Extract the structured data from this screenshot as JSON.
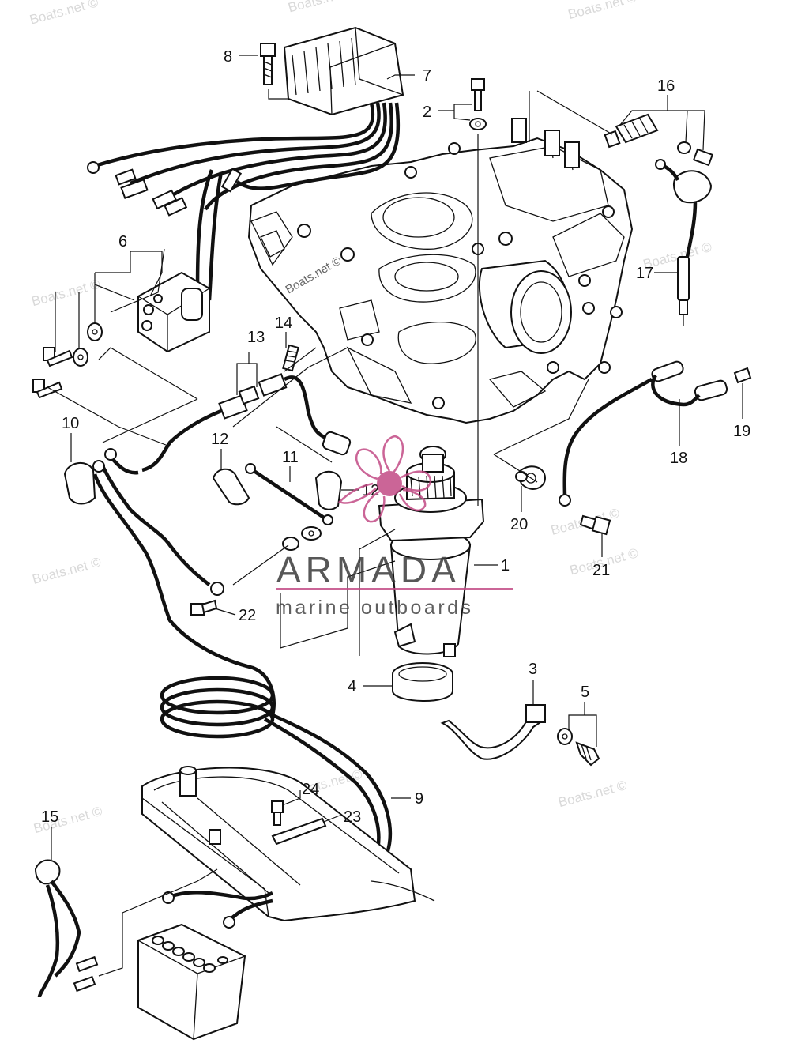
{
  "watermark": {
    "text": "Boats.net ©",
    "inline_text": "Boats.net ©"
  },
  "brand": {
    "name": "ARMADA",
    "tagline": "marine outboards",
    "accent": "#c24b85"
  },
  "callouts": {
    "c1": "1",
    "c2": "2",
    "c3": "3",
    "c4": "4",
    "c5": "5",
    "c6": "6",
    "c7": "7",
    "c8": "8",
    "c9": "9",
    "c10": "10",
    "c11": "11",
    "c12a": "12",
    "c12b": "12",
    "c13": "13",
    "c14": "14",
    "c15": "15",
    "c16": "16",
    "c17": "17",
    "c18": "18",
    "c19": "19",
    "c20": "20",
    "c21": "21",
    "c22": "22",
    "c23": "23",
    "c24": "24"
  },
  "icons": {
    "rectifier": "rectifier-icon",
    "starter_relay": "starter-relay-icon",
    "engine_block": "engine-block-icon",
    "starter_motor": "starter-motor-icon",
    "battery": "battery-icon",
    "main_harness": "harness-coil-icon"
  }
}
